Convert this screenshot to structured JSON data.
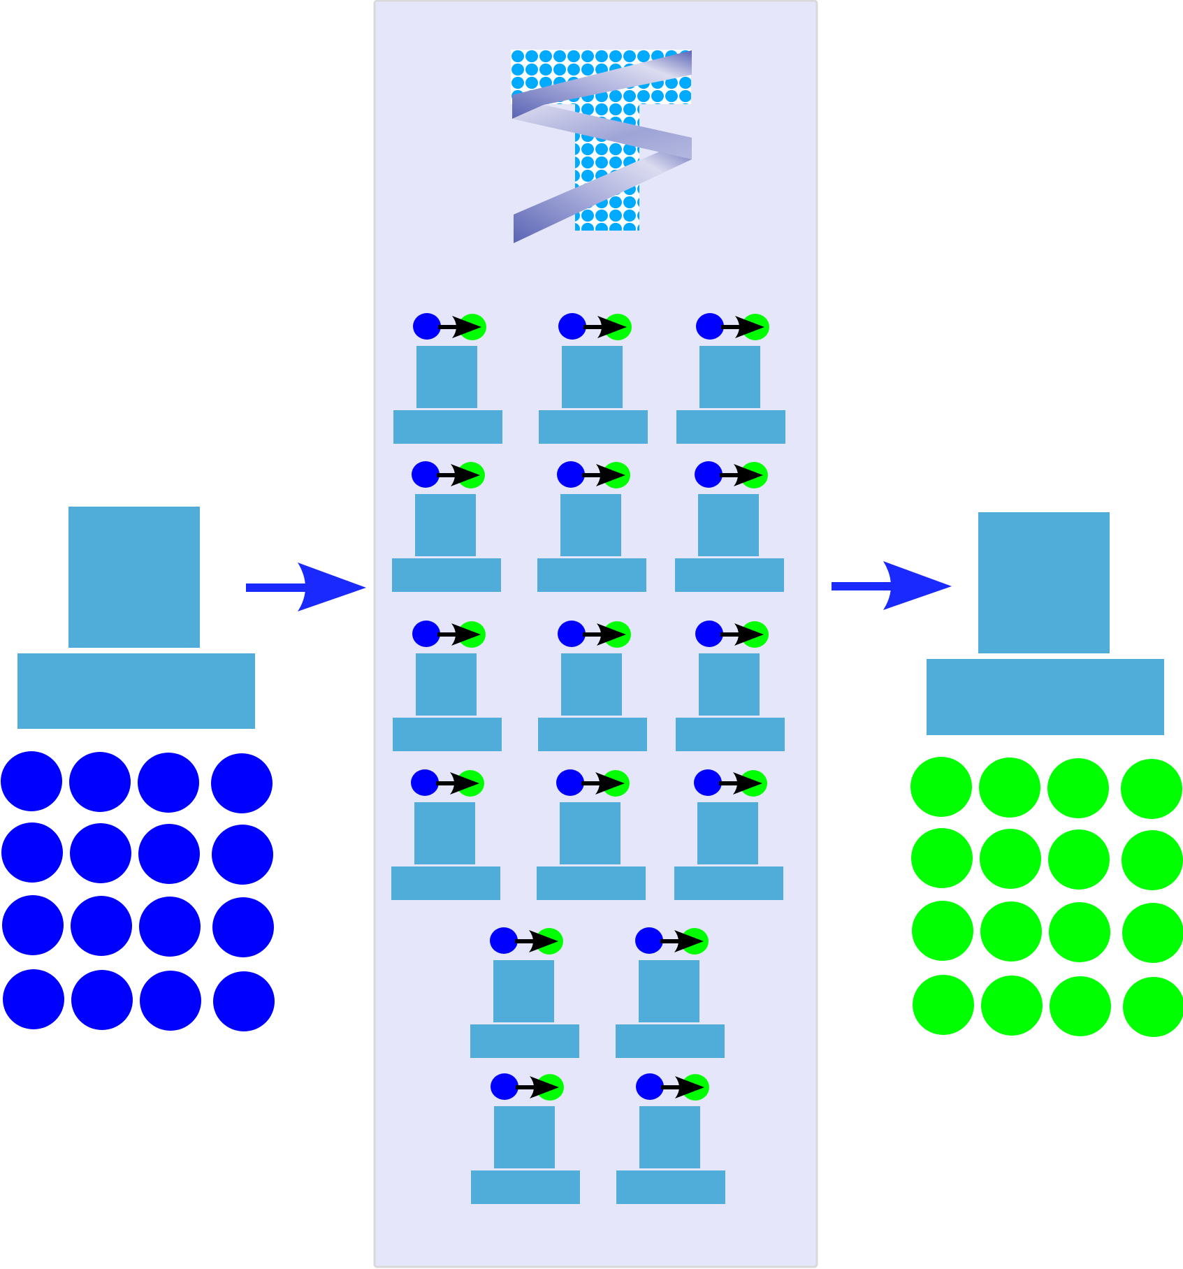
{
  "colors": {
    "background": "#ffffff",
    "panel_fill": "#e6e6fa",
    "panel_stroke": "#d9d9d9",
    "machine": "#50acd8",
    "input_circle": "#0000ff",
    "output_circle": "#00ff00",
    "flow_arrow": "#1a2aff",
    "transform_arrow": "#000000",
    "logo_dots": "#00aaff",
    "logo_band_light": "#dcdcf0",
    "logo_band_dark": "#5a64b4"
  },
  "input_group": {
    "circle_rows": 4,
    "circle_cols": 4,
    "icon": "machine-icon"
  },
  "output_group": {
    "circle_rows": 4,
    "circle_cols": 4,
    "icon": "machine-icon"
  },
  "worker_grid": {
    "rows_of_three": 4,
    "rows_of_two": 2,
    "icon": "worker-machine-icon"
  },
  "flow_arrows": [
    "input-to-panel",
    "panel-to-output"
  ],
  "logo": {
    "icon": "zigzag-logo-icon"
  }
}
